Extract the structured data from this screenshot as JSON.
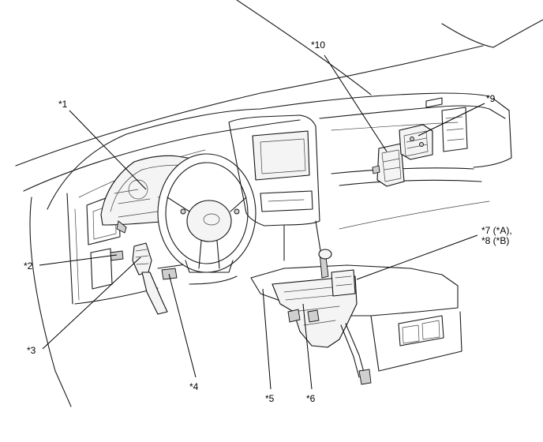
{
  "labels": {
    "l1": "*1",
    "l2": "*2",
    "l3": "*3",
    "l4": "*4",
    "l5": "*5",
    "l6": "*6",
    "l7": "*7 (*A),",
    "l8": "*8 (*B)",
    "l9": "*9",
    "l10": "*10"
  }
}
